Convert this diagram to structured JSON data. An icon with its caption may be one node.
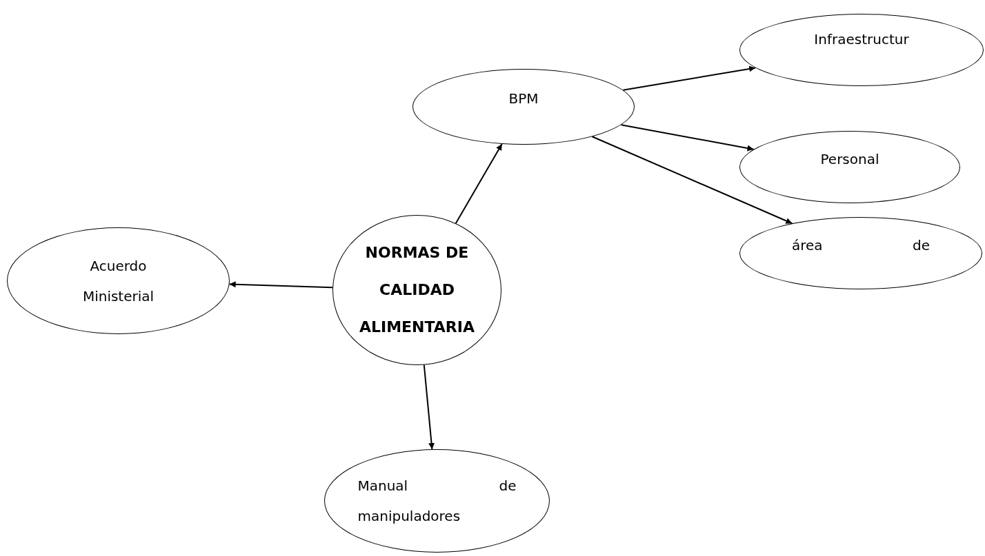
{
  "diagram": {
    "nodes": [
      {
        "text": [
          "NORMAS DE CALIDAD ALIMENTARIA"
        ]
      },
      {
        "text": [
          "BPM"
        ]
      },
      {
        "text": [
          "Infraestructur"
        ]
      },
      {
        "text": [
          "Personal"
        ]
      },
      {
        "text": [
          "área de"
        ]
      },
      {
        "text": [
          "Acuerdo Ministerial"
        ]
      },
      {
        "text": [
          "Manual de manipuladores"
        ]
      }
    ],
    "edges": [
      {
        "from": 0,
        "to": 1,
        "arrow": "to"
      },
      {
        "from": 1,
        "to": 2,
        "arrow": "to"
      },
      {
        "from": 1,
        "to": 3,
        "arrow": "to"
      },
      {
        "from": 1,
        "to": 4,
        "arrow": "to"
      },
      {
        "from": 0,
        "to": 5,
        "arrow": "to"
      },
      {
        "from": 0,
        "to": 6,
        "arrow": "to"
      }
    ]
  }
}
